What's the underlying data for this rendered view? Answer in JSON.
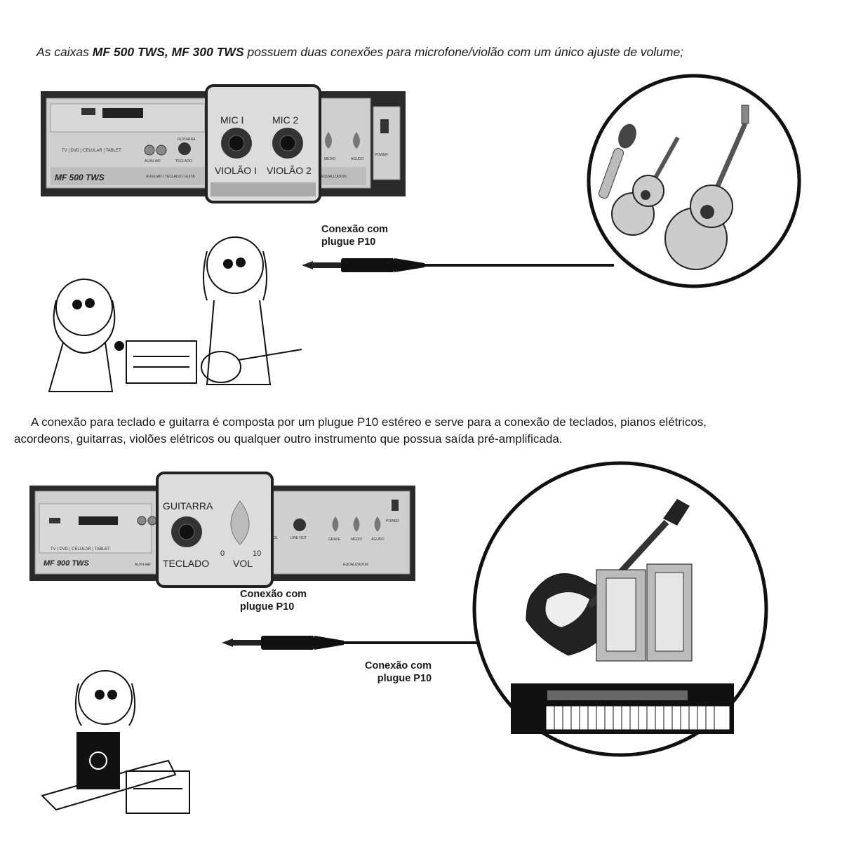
{
  "intro": {
    "prefix": "As caixas ",
    "models": "MF 500 TWS, MF 300 TWS",
    "suffix": " possuem duas conexões para  microfone/violão com um único ajuste de volume;"
  },
  "panel1": {
    "model": "MF 500 TWS",
    "left_label": "TV | DVD | CELULAR | TABLET",
    "guitarra": "GUITARRA",
    "auxiliar": "AUXILIAR",
    "teclado": "TECLADO",
    "bottom_label": "AUXILIAR / TECLADO / GUITA",
    "equalizador": "EQUALIZADOR",
    "medio": "MÉDIO",
    "agudo": "AGUDO",
    "power": "POWER",
    "zoom": {
      "mic1": "MIC I",
      "mic2": "MIC 2",
      "violao1": "VIOLÃO I",
      "violao2": "VIOLÃO 2"
    }
  },
  "section1_label": {
    "line1": "Conexão com",
    "line2": "plugue P10"
  },
  "paragraph": {
    "line1": "A conexão para teclado e guitarra é composta por um plugue P10 estéreo e serve para a conexão de teclados, pianos elétricos,",
    "line2": "acordeons, guitarras, violões elétricos ou qualquer outro instrumento que possua saída pré-amplificada."
  },
  "panel2": {
    "model": "MF 900 TWS",
    "left_label": "TV | DVD | CELULAR | TABLET",
    "auxiliar": "AUXILIAR",
    "line_out": "LINE OUT",
    "vol": "VOL",
    "graves": "GRAVE",
    "medio": "MÉDIO",
    "agudo": "AGUDO",
    "equalizador": "EQUALIZADOR",
    "power": "POWER",
    "zoom": {
      "guitarra": "GUITARRA",
      "teclado": "TECLADO",
      "vol": "VOL",
      "zero": "0",
      "ten": "10"
    }
  },
  "section2_label_a": {
    "line1": "Conexão com",
    "line2": "plugue P10"
  },
  "section2_label_b": {
    "line1": "Conexão com",
    "line2": "plugue P10"
  }
}
